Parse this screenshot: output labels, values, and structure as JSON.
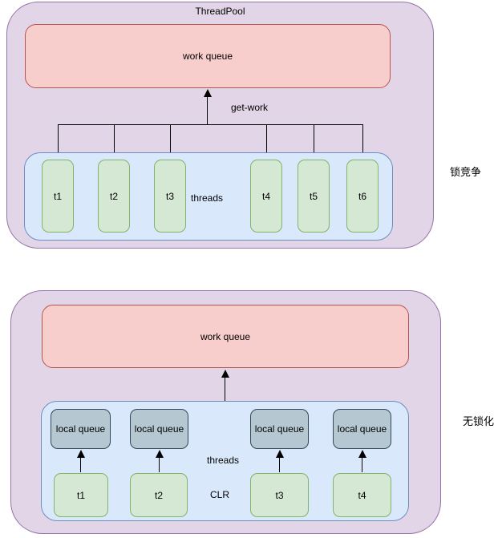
{
  "diagram": {
    "top": {
      "title": "ThreadPool",
      "work_queue": "work queue",
      "get_work": "get-work",
      "threads_label": "threads",
      "threads": [
        "t1",
        "t2",
        "t3",
        "t4",
        "t5",
        "t6"
      ],
      "side_label": "锁竞争"
    },
    "bottom": {
      "work_queue": "work queue",
      "local_queues": [
        "local queue",
        "local queue",
        "local queue",
        "local queue"
      ],
      "threads_label": "threads",
      "clr_label": "CLR",
      "threads": [
        "t1",
        "t2",
        "t3",
        "t4"
      ],
      "side_label": "无锁化"
    },
    "colors": {
      "container_fill": "#E1D5E7",
      "container_stroke": "#9673A6",
      "queue_fill": "#F8CECC",
      "queue_stroke": "#B85450",
      "band_fill": "#DAE8FC",
      "band_stroke": "#6C8EBF",
      "thread_fill": "#D5E8D4",
      "thread_stroke": "#82B366",
      "localq_fill": "#B5C7D1",
      "localq_stroke": "#32485A",
      "line": "#000000"
    }
  }
}
